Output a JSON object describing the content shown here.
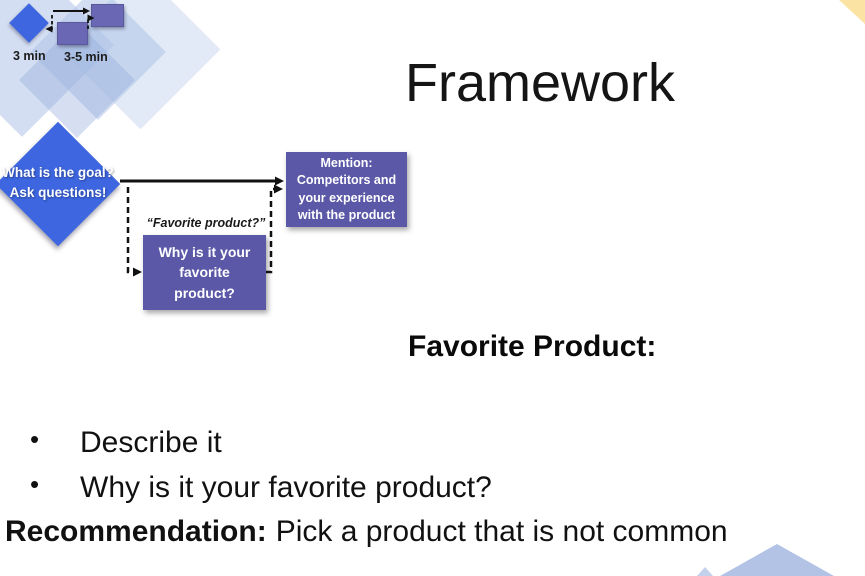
{
  "slide_title": "Framework",
  "timeline": {
    "diamond_label": "3 min",
    "boxes_label": "3-5 min"
  },
  "flowchart": {
    "goal_diamond": {
      "line1": "What is the goal?",
      "line2": "Ask questions!"
    },
    "quote_label": "“Favorite product?”",
    "why_box": {
      "line1": "Why is it your",
      "line2": "favorite",
      "line3": "product?"
    },
    "mention_box": {
      "line1": "Mention:",
      "line2": "Competitors and",
      "line3": "your experience",
      "line4": "with the product"
    }
  },
  "body": {
    "heading": "Favorite Product:",
    "bullet_glyph": "•",
    "bullets": [
      "Describe it",
      "Why is it your favorite product?"
    ],
    "recommendation_label": "Recommendation:",
    "recommendation_text": "Pick a product that is not common"
  },
  "colors": {
    "accent_blue": "#3D66E0",
    "accent_purple": "#5B58A8",
    "pale_blue": "#AFC2E7",
    "corner_yellow": "#FBE3A4",
    "arrow_black": "#111111"
  }
}
